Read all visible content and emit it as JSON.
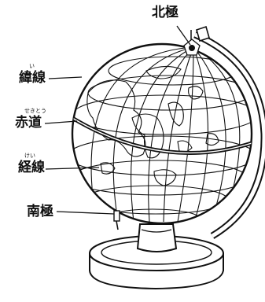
{
  "labels": {
    "north_pole": "北極",
    "latitude": "緯線",
    "latitude_ruby": "い",
    "equator": "赤道",
    "equator_ruby": "せきとう",
    "longitude": "経線",
    "longitude_ruby": "けい",
    "south_pole": "南極"
  }
}
